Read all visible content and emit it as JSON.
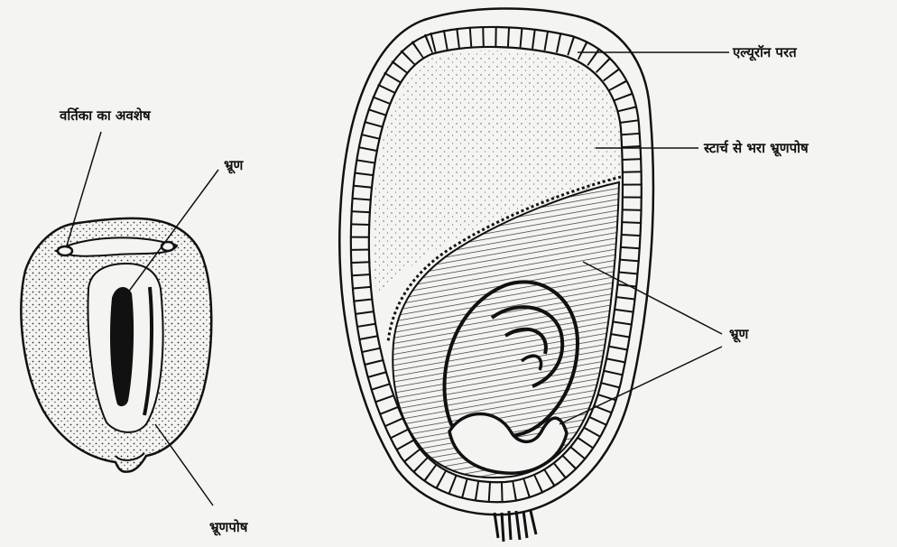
{
  "labels": {
    "style_remnant": "वर्तिका का अवशेष",
    "embryo_left": "भ्रूण",
    "endosperm_left": "भ्रूणपोष",
    "aleurone_layer": "एल्यूरॉन परत",
    "starch_endosperm": "स्टार्च से भरा भ्रूणपोष",
    "embryo_right": "भ्रूण"
  }
}
